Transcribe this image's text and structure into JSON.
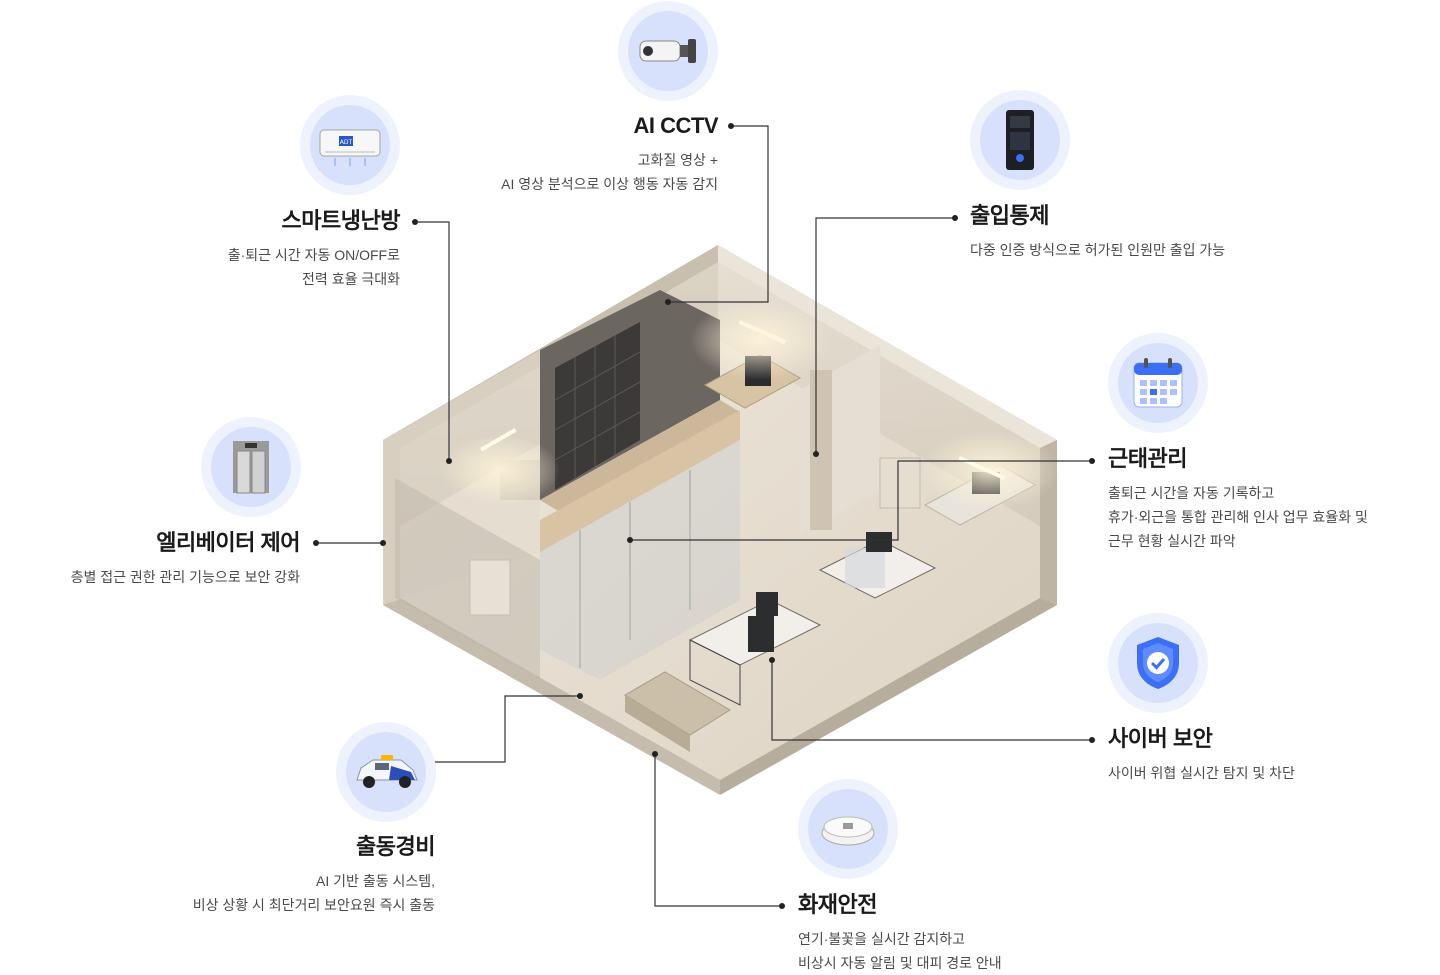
{
  "features": {
    "cctv": {
      "title": "AI CCTV",
      "desc": [
        "고화질 영상 +",
        "AI 영상 분석으로 이상 행동 자동 감지"
      ],
      "icon": "cctv-camera-icon"
    },
    "hvac": {
      "title": "스마트냉난방",
      "desc": [
        "출·퇴근 시간 자동 ON/OFF로",
        "전력 효율 극대화"
      ],
      "icon": "air-conditioner-icon"
    },
    "access": {
      "title": "출입통제",
      "desc": [
        "다중 인증 방식으로 허가된 인원만 출입 가능"
      ],
      "icon": "access-terminal-icon"
    },
    "attendance": {
      "title": "근태관리",
      "desc": [
        "출퇴근 시간을 자동 기록하고",
        "휴가·외근을 통합 관리해 인사 업무 효율화 및",
        "근무 현황 실시간 파악"
      ],
      "icon": "calendar-icon"
    },
    "elevator": {
      "title": "엘리베이터 제어",
      "desc": [
        "층별 접근 권한 관리 기능으로 보안 강화"
      ],
      "icon": "elevator-icon"
    },
    "cyber": {
      "title": "사이버 보안",
      "desc": [
        "사이버 위협 실시간 탐지 및 차단"
      ],
      "icon": "shield-check-icon"
    },
    "dispatch": {
      "title": "출동경비",
      "desc": [
        "AI 기반 출동 시스템,",
        "비상 상황 시 최단거리 보안요원 즉시 출동"
      ],
      "icon": "patrol-car-icon"
    },
    "fire": {
      "title": "화재안전",
      "desc": [
        "연기·불꽃을 실시간 감지하고",
        "비상시 자동 알림 및 대피 경로 안내"
      ],
      "icon": "smoke-detector-icon"
    }
  },
  "colors": {
    "line": "#333333",
    "iconOuter": "#eef2fd",
    "iconInner": "#d8e1fb",
    "accentBlue": "#3b6ff5"
  }
}
